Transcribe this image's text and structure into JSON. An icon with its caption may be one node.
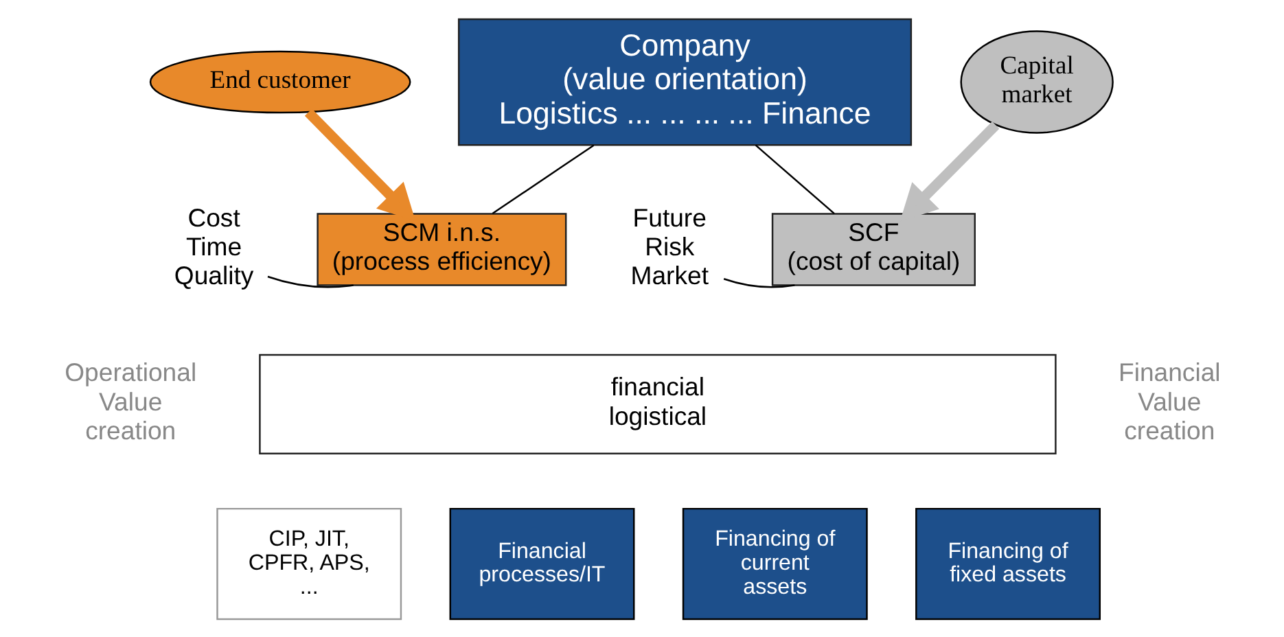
{
  "diagram": {
    "nodes": [
      {
        "text": [
          "Company",
          "(value orientation)",
          "Logistics ... ... ... ... Finance"
        ]
      },
      {
        "text": [
          "End customer"
        ]
      },
      {
        "text": [
          "Capital market"
        ]
      },
      {
        "text": [
          "SCM i.n.s.",
          "(process efficiency)"
        ]
      },
      {
        "text": [
          "SCF",
          "(cost of capital)"
        ]
      },
      {
        "text": [
          "Cost",
          "Time",
          "Quality"
        ]
      },
      {
        "text": [
          "Future",
          "Risk",
          "Market"
        ]
      },
      {
        "text": [
          "financial",
          "logistical"
        ]
      },
      {
        "text": [
          "CIP, JIT, CPFR, APS, ..."
        ]
      },
      {
        "text": [
          "Financial processes/IT"
        ]
      },
      {
        "text": [
          "Financing of current assets"
        ]
      },
      {
        "text": [
          "Financing of fixed assets"
        ]
      }
    ],
    "edges": [
      {
        "from": 0,
        "to": 3,
        "arrow": "none"
      },
      {
        "from": 0,
        "to": 4,
        "arrow": "none"
      },
      {
        "from": 1,
        "to": 3,
        "arrow": "to",
        "style": "thick",
        "color": "#e8892a"
      },
      {
        "from": 2,
        "to": 4,
        "arrow": "to",
        "style": "thick",
        "color": "#bfbfbf"
      },
      {
        "from": 5,
        "to": 3,
        "arrow": "none"
      },
      {
        "from": 6,
        "to": 4,
        "arrow": "none"
      }
    ],
    "labels": [
      "Operational Value creation",
      "Financial Value creation"
    ]
  }
}
